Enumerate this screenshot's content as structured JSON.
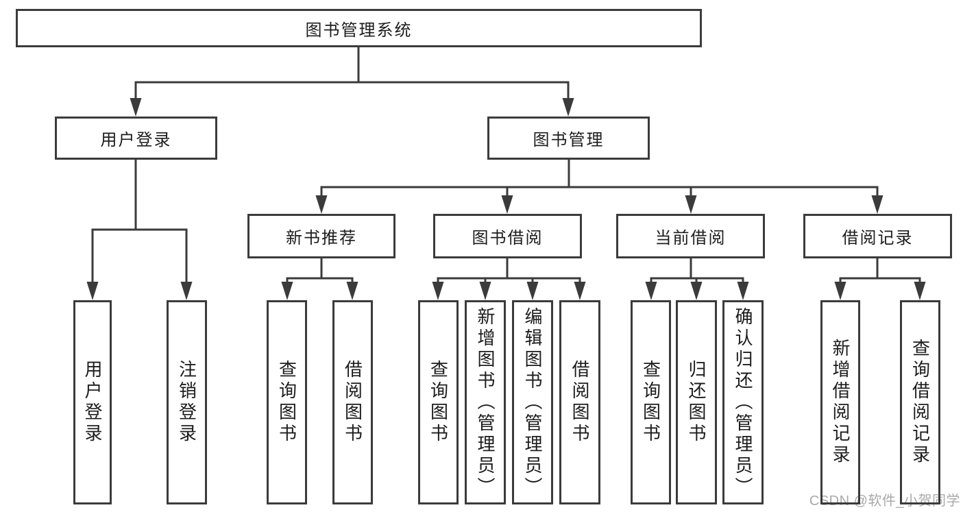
{
  "diagram": {
    "type": "hierarchy-tree",
    "title": "图书管理系统",
    "tree": {
      "root": "图书管理系统",
      "children": [
        {
          "label": "用户登录",
          "children": [
            "用户登录",
            "注销登录"
          ]
        },
        {
          "label": "图书管理",
          "children": [
            {
              "label": "新书推荐",
              "children": [
                "查询图书",
                "借阅图书"
              ]
            },
            {
              "label": "图书借阅",
              "children": [
                "查询图书",
                "新增图书（管理员）",
                "编辑图书（管理员）",
                "借阅图书"
              ]
            },
            {
              "label": "当前借阅",
              "children": [
                "查询图书",
                "归还图书",
                "确认归还（管理员）"
              ]
            },
            {
              "label": "借阅记录",
              "children": [
                "新增借阅记录",
                "查询借阅记录"
              ]
            }
          ]
        }
      ]
    },
    "colors": {
      "line": "#3b3b3b",
      "text": "#1c1c1c",
      "background": "#ffffff",
      "watermark": "#a9a9a9"
    }
  },
  "watermark": {
    "text": "CSDN @软件_小贺同学"
  }
}
